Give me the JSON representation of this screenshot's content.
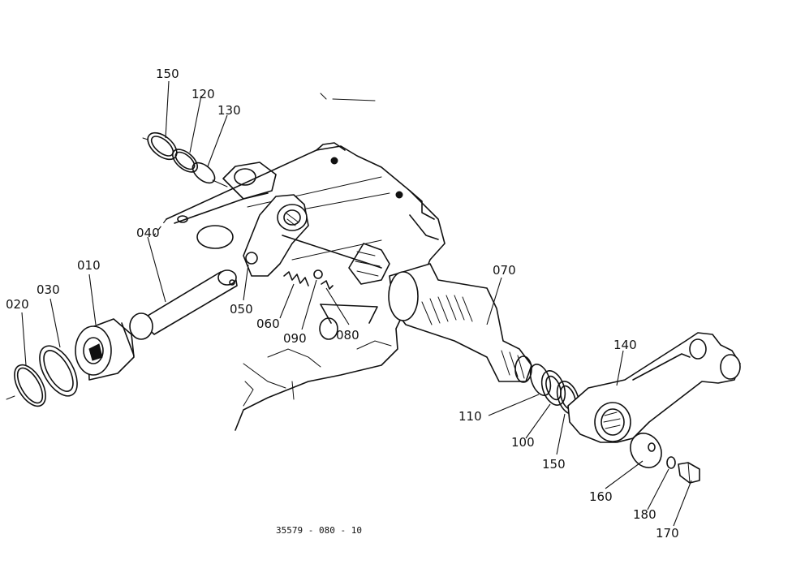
{
  "diagram": {
    "caption": "35579 - 080 - 10",
    "callouts": {
      "p150_top": "150",
      "p120": "120",
      "p130": "130",
      "p040": "040",
      "p010": "010",
      "p030": "030",
      "p020": "020",
      "p050": "050",
      "p060": "060",
      "p090": "090",
      "p080": "080",
      "p070": "070",
      "p140": "140",
      "p110": "110",
      "p100": "100",
      "p150_bottom": "150",
      "p160": "160",
      "p180": "180",
      "p170": "170"
    }
  }
}
